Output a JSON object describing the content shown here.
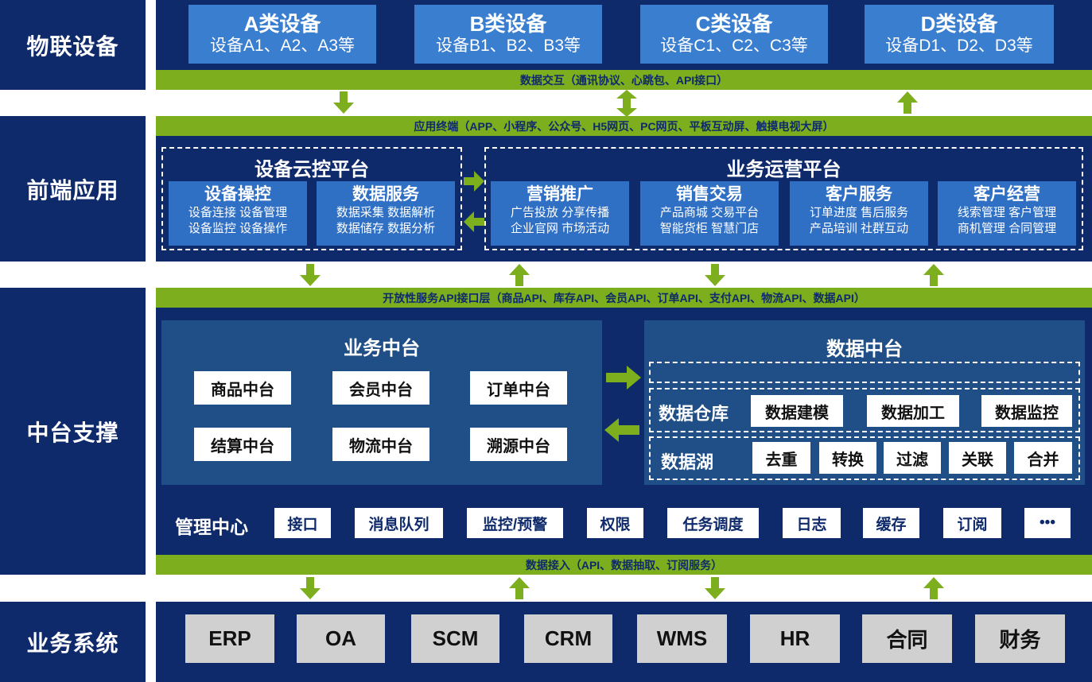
{
  "layers": {
    "iot": "物联设备",
    "frontend": "前端应用",
    "middle": "中台支撑",
    "business": "业务系统"
  },
  "devices": [
    {
      "title": "A类设备",
      "sub": "设备A1、A2、A3等"
    },
    {
      "title": "B类设备",
      "sub": "设备B1、B2、B3等"
    },
    {
      "title": "C类设备",
      "sub": "设备C1、C2、C3等"
    },
    {
      "title": "D类设备",
      "sub": "设备D1、D2、D3等"
    }
  ],
  "bars": {
    "data_exchange": "数据交互（通讯协议、心跳包、API接口）",
    "app_terminal": "应用终端（APP、小程序、公众号、H5网页、PC网页、平板互动屏、触摸电视大屏）",
    "open_api": "开放性服务API接口层（商品API、库存API、会员API、订单API、支付API、物流API、数据API）",
    "data_ingest": "数据接入（API、数据抽取、订阅服务）"
  },
  "device_cloud": {
    "title": "设备云控平台",
    "services": [
      {
        "title": "设备操控",
        "line1": "设备连接  设备管理",
        "line2": "设备监控  设备操作"
      },
      {
        "title": "数据服务",
        "line1": "数据采集  数据解析",
        "line2": "数据储存  数据分析"
      }
    ]
  },
  "ops_platform": {
    "title": "业务运营平台",
    "services": [
      {
        "title": "营销推广",
        "line1": "广告投放  分享传播",
        "line2": "企业官网  市场活动"
      },
      {
        "title": "销售交易",
        "line1": "产品商城  交易平台",
        "line2": "智能货柜  智慧门店"
      },
      {
        "title": "客户服务",
        "line1": "订单进度  售后服务",
        "line2": "产品培训  社群互动"
      },
      {
        "title": "客户经营",
        "line1": "线索管理  客户管理",
        "line2": "商机管理  合同管理"
      }
    ]
  },
  "business_center": {
    "title": "业务中台",
    "items": [
      "商品中台",
      "会员中台",
      "订单中台",
      "结算中台",
      "物流中台",
      "溯源中台"
    ]
  },
  "data_center": {
    "title": "数据中台",
    "warehouse": {
      "label": "数据仓库",
      "items": [
        "数据建模",
        "数据加工",
        "数据监控"
      ]
    },
    "lake": {
      "label": "数据湖",
      "items": [
        "去重",
        "转换",
        "过滤",
        "关联",
        "合并"
      ]
    }
  },
  "management": {
    "label": "管理中心",
    "items": [
      "接口",
      "消息队列",
      "监控/预警",
      "权限",
      "任务调度",
      "日志",
      "缓存",
      "订阅",
      "•••"
    ]
  },
  "systems": [
    "ERP",
    "OA",
    "SCM",
    "CRM",
    "WMS",
    "HR",
    "合同",
    "财务"
  ],
  "colors": {
    "navy": "#0f2a6b",
    "green": "#7cae1e",
    "device_blue": "#3a7ed0",
    "service_blue": "#2f6fc4",
    "panel_blue": "#1f4f86",
    "system_gray": "#d0d0d0"
  }
}
